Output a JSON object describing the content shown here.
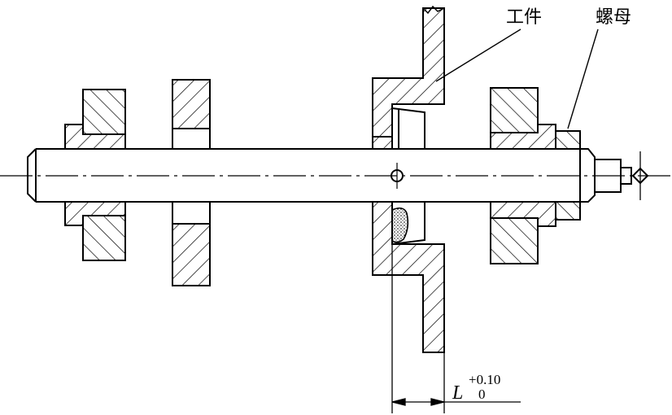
{
  "labels": {
    "workpiece": "工件",
    "nut": "螺母"
  },
  "dimension": {
    "symbol": "L",
    "upper_tolerance": "+0.10",
    "lower_tolerance": "0"
  }
}
